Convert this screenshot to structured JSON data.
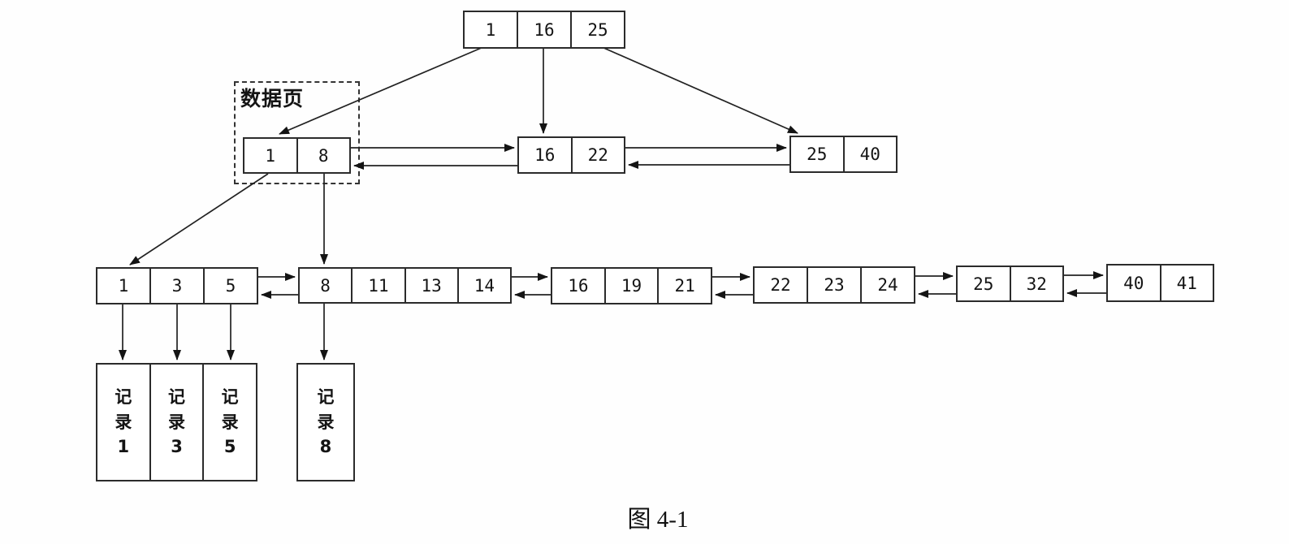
{
  "diagram": {
    "caption": "图 4-1",
    "data_page_label": "数据页",
    "root": {
      "cells": [
        "1",
        "16",
        "25"
      ]
    },
    "pages": [
      {
        "cells": [
          "1",
          "8"
        ]
      },
      {
        "cells": [
          "16",
          "22"
        ]
      },
      {
        "cells": [
          "25",
          "40"
        ]
      }
    ],
    "leaves": [
      {
        "cells": [
          "1",
          "3",
          "5"
        ]
      },
      {
        "cells": [
          "8",
          "11",
          "13",
          "14"
        ]
      },
      {
        "cells": [
          "16",
          "19",
          "21"
        ]
      },
      {
        "cells": [
          "22",
          "23",
          "24"
        ]
      },
      {
        "cells": [
          "25",
          "32"
        ]
      },
      {
        "cells": [
          "40",
          "41"
        ]
      }
    ],
    "records": {
      "group": [
        "记录1",
        "记录3",
        "记录5"
      ],
      "single": "记录8"
    }
  }
}
